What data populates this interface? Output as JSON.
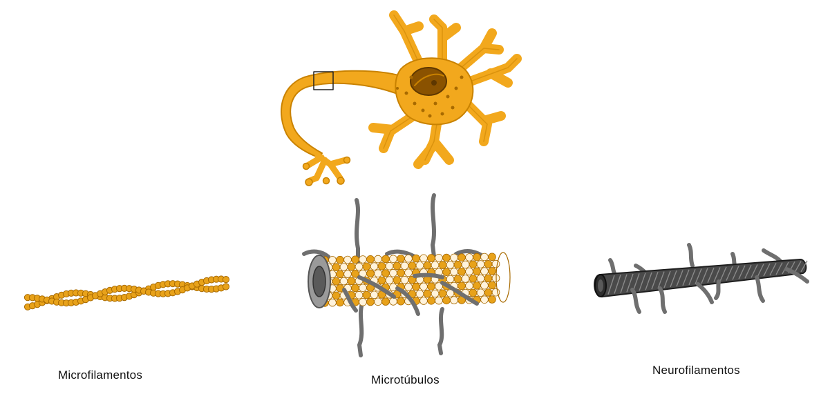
{
  "labels": {
    "microfilaments": "Microfilamentos",
    "microtubules": "Microtúbulos",
    "neurofilaments": "Neurofilamentos"
  },
  "colors": {
    "neuron_fill": "#F2A81D",
    "neuron_stroke": "#C98200",
    "nucleus": "#8A5200",
    "bead": "#E8A21A",
    "bead_stroke": "#A86A00",
    "tubule_white": "#FFF3DC",
    "arm_gray": "#6F6F6F",
    "rod_gray": "#4A4A4A"
  },
  "icons": {
    "neuron": "neuron-cell-icon",
    "microfilament": "actin-double-helix-icon",
    "microtubule": "microtubule-cylinder-icon",
    "neurofilament": "neurofilament-rod-icon"
  }
}
